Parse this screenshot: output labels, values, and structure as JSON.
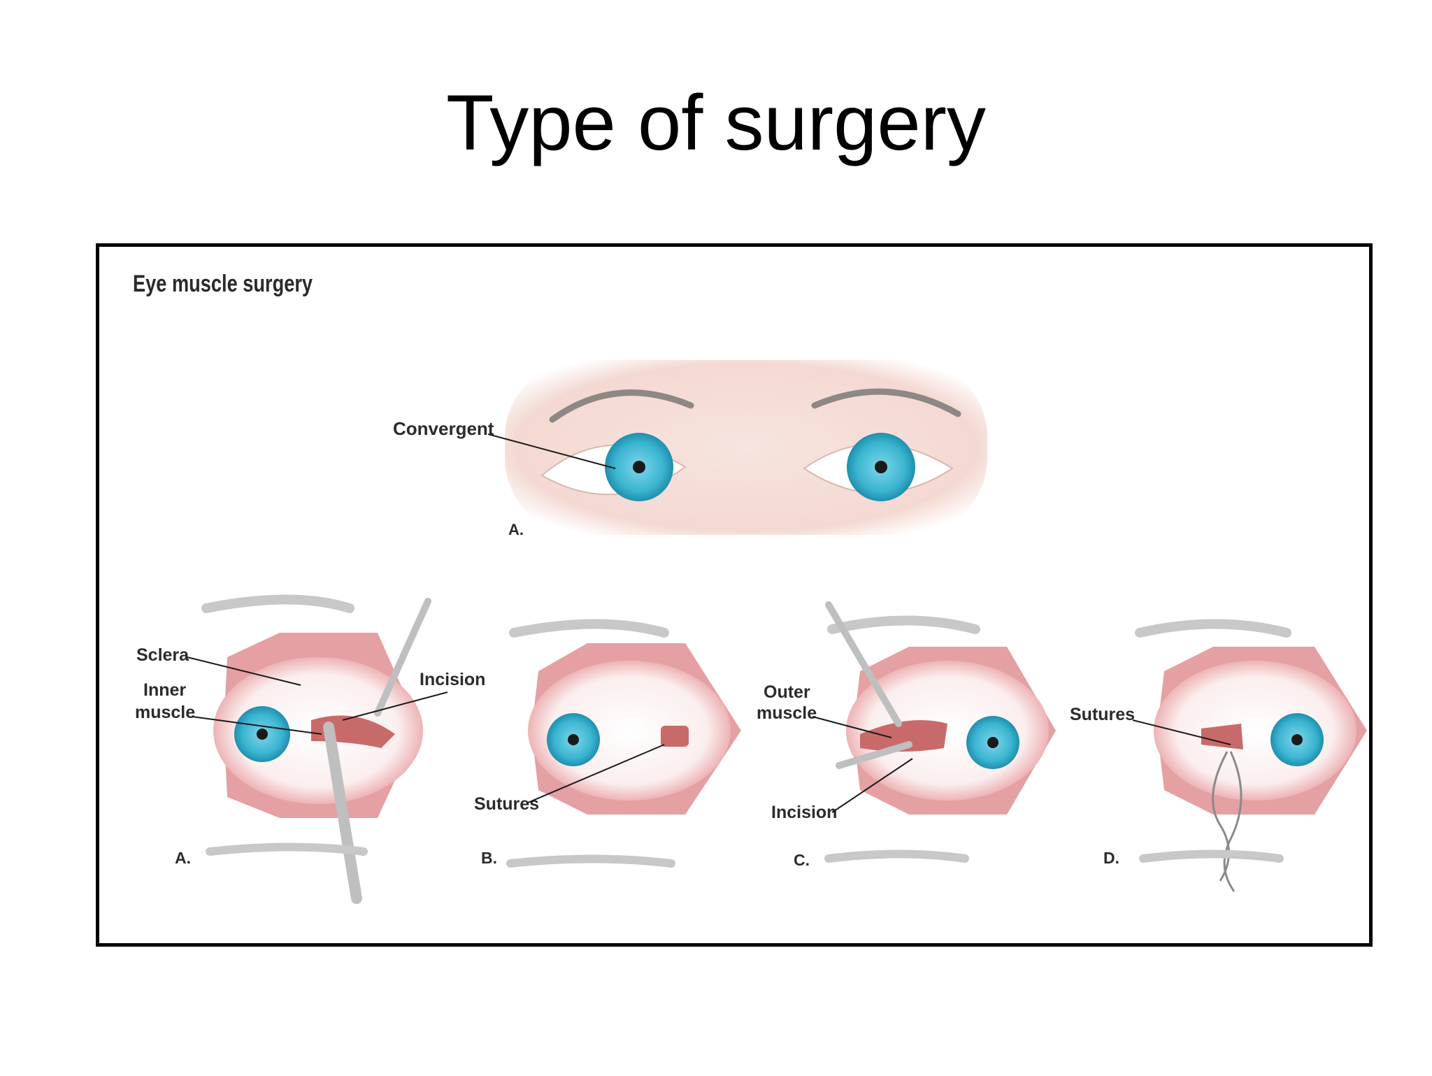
{
  "slide": {
    "title": "Type of surgery"
  },
  "figure": {
    "heading": "Eye muscle surgery",
    "top_panel": {
      "letter": "A.",
      "callout": "Convergent"
    },
    "panels": [
      {
        "letter": "A.",
        "callouts": [
          "Sclera",
          "Inner",
          "muscle",
          "Incision"
        ]
      },
      {
        "letter": "B.",
        "callouts": [
          "Sutures"
        ]
      },
      {
        "letter": "C.",
        "callouts": [
          "Outer",
          "muscle",
          "Incision"
        ]
      },
      {
        "letter": "D.",
        "callouts": [
          "Sutures"
        ]
      }
    ]
  },
  "colors": {
    "iris": "#3bb5d1",
    "iris_dark": "#1f8fae",
    "skin": "#f6e2dc",
    "lid_pink": "#e9a1a4",
    "muscle": "#c96a6a",
    "instrument": "#bfbfbf"
  }
}
